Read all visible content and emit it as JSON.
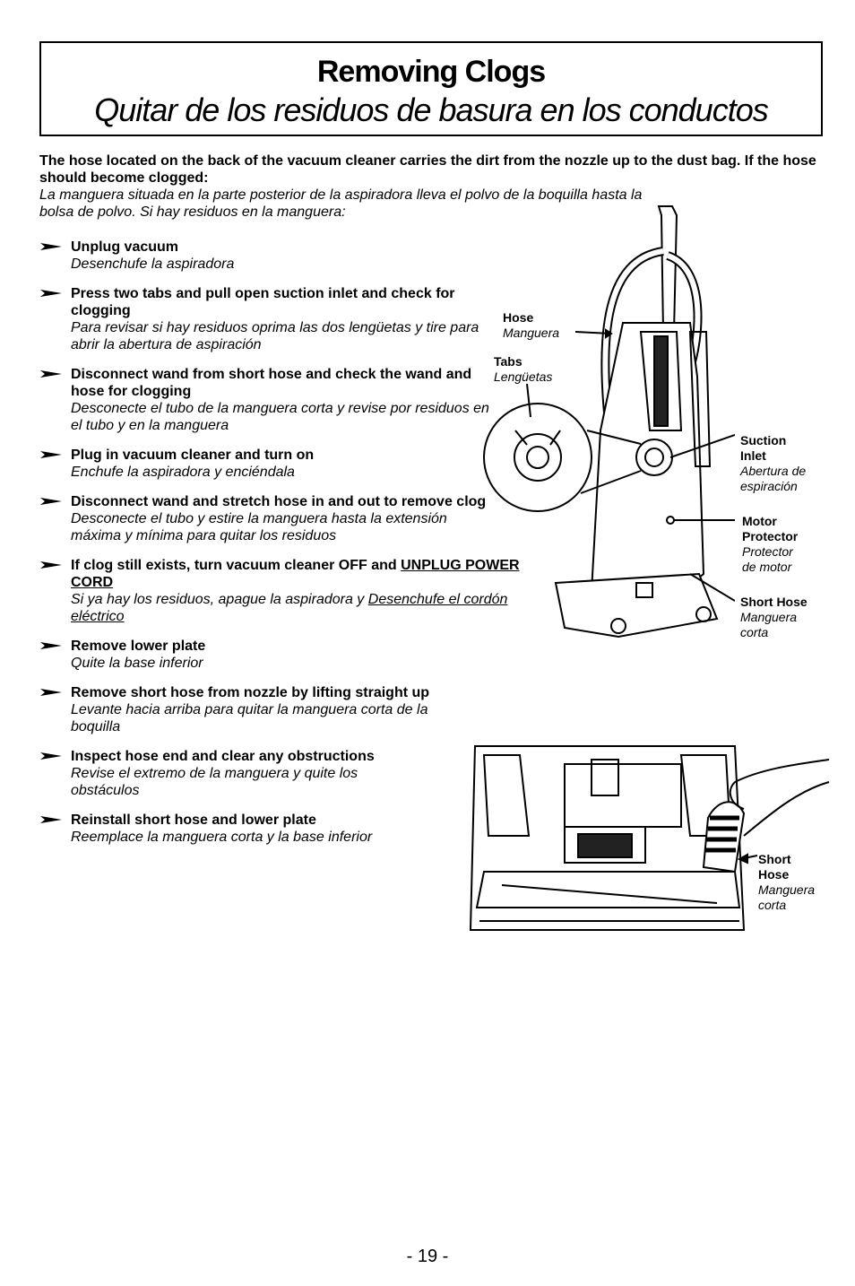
{
  "title": {
    "en": "Removing Clogs",
    "es": "Quitar de los residuos de basura en los conductos"
  },
  "intro": {
    "en": "The hose located on the back of the vacuum cleaner carries the dirt from the nozzle up to the dust bag. If the hose should become clogged:",
    "es": "La manguera situada en la parte posterior de la aspiradora lleva el polvo de la boquilla hasta la bolsa de polvo. Si hay residuos en la manguera:"
  },
  "steps": [
    {
      "en": "Unplug vacuum",
      "es": "Desenchufe la aspiradora"
    },
    {
      "en": "Press two tabs and pull open suction inlet and check for clogging",
      "es": "Para revisar si hay residuos oprima las dos lengüetas y tire para abrir la abertura de aspiración"
    },
    {
      "en": "Disconnect wand from short hose and check the wand and hose for clogging",
      "es": "Desconecte el tubo de la manguera corta y revise por residuos en el tubo y en la manguera"
    },
    {
      "en": "Plug in vacuum cleaner and turn on",
      "es": "Enchufe la aspiradora y enciéndala"
    },
    {
      "en": "Disconnect wand and stretch hose in and out to remove clog",
      "es": "Desconecte el tubo y estire la manguera hasta la extensión máxima y mínima para quitar los residuos"
    },
    {
      "en": "If clog still exists, turn vacuum cleaner OFF and",
      "en_u": "UNPLUG POWER CORD",
      "es": "Si ya hay los residuos, apague la aspiradora y",
      "es_u": "Desenchufe el cordón eléctrico"
    },
    {
      "en": "Remove lower plate",
      "es": "Quite la base inferior"
    },
    {
      "en": "Remove short hose from nozzle by lifting straight up",
      "es": "Levante hacia arriba para quitar la manguera corta de la boquilla"
    },
    {
      "en": "Inspect hose end and clear any obstructions",
      "es": "Revise el extremo de la manguera y quite los obstáculos"
    },
    {
      "en": "Reinstall short hose and lower plate",
      "es": "Reemplace la manguera corta y la base inferior"
    }
  ],
  "figure1": {
    "hose": {
      "en": "Hose",
      "es": "Manguera"
    },
    "tabs": {
      "en": "Tabs",
      "es": "Lengüetas"
    },
    "suction": {
      "en1": "Suction",
      "en2": "Inlet",
      "es1": "Abertura de",
      "es2": "espiración"
    },
    "motor": {
      "en1": "Motor",
      "en2": "Protector",
      "es1": "Protector",
      "es2": "de motor"
    },
    "short_hose": {
      "en": "Short Hose",
      "es1": "Manguera",
      "es2": "corta"
    }
  },
  "figure2": {
    "short_hose": {
      "en1": "Short",
      "en2": "Hose",
      "es1": "Manguera",
      "es2": "corta"
    }
  },
  "page_number": "- 19 -"
}
